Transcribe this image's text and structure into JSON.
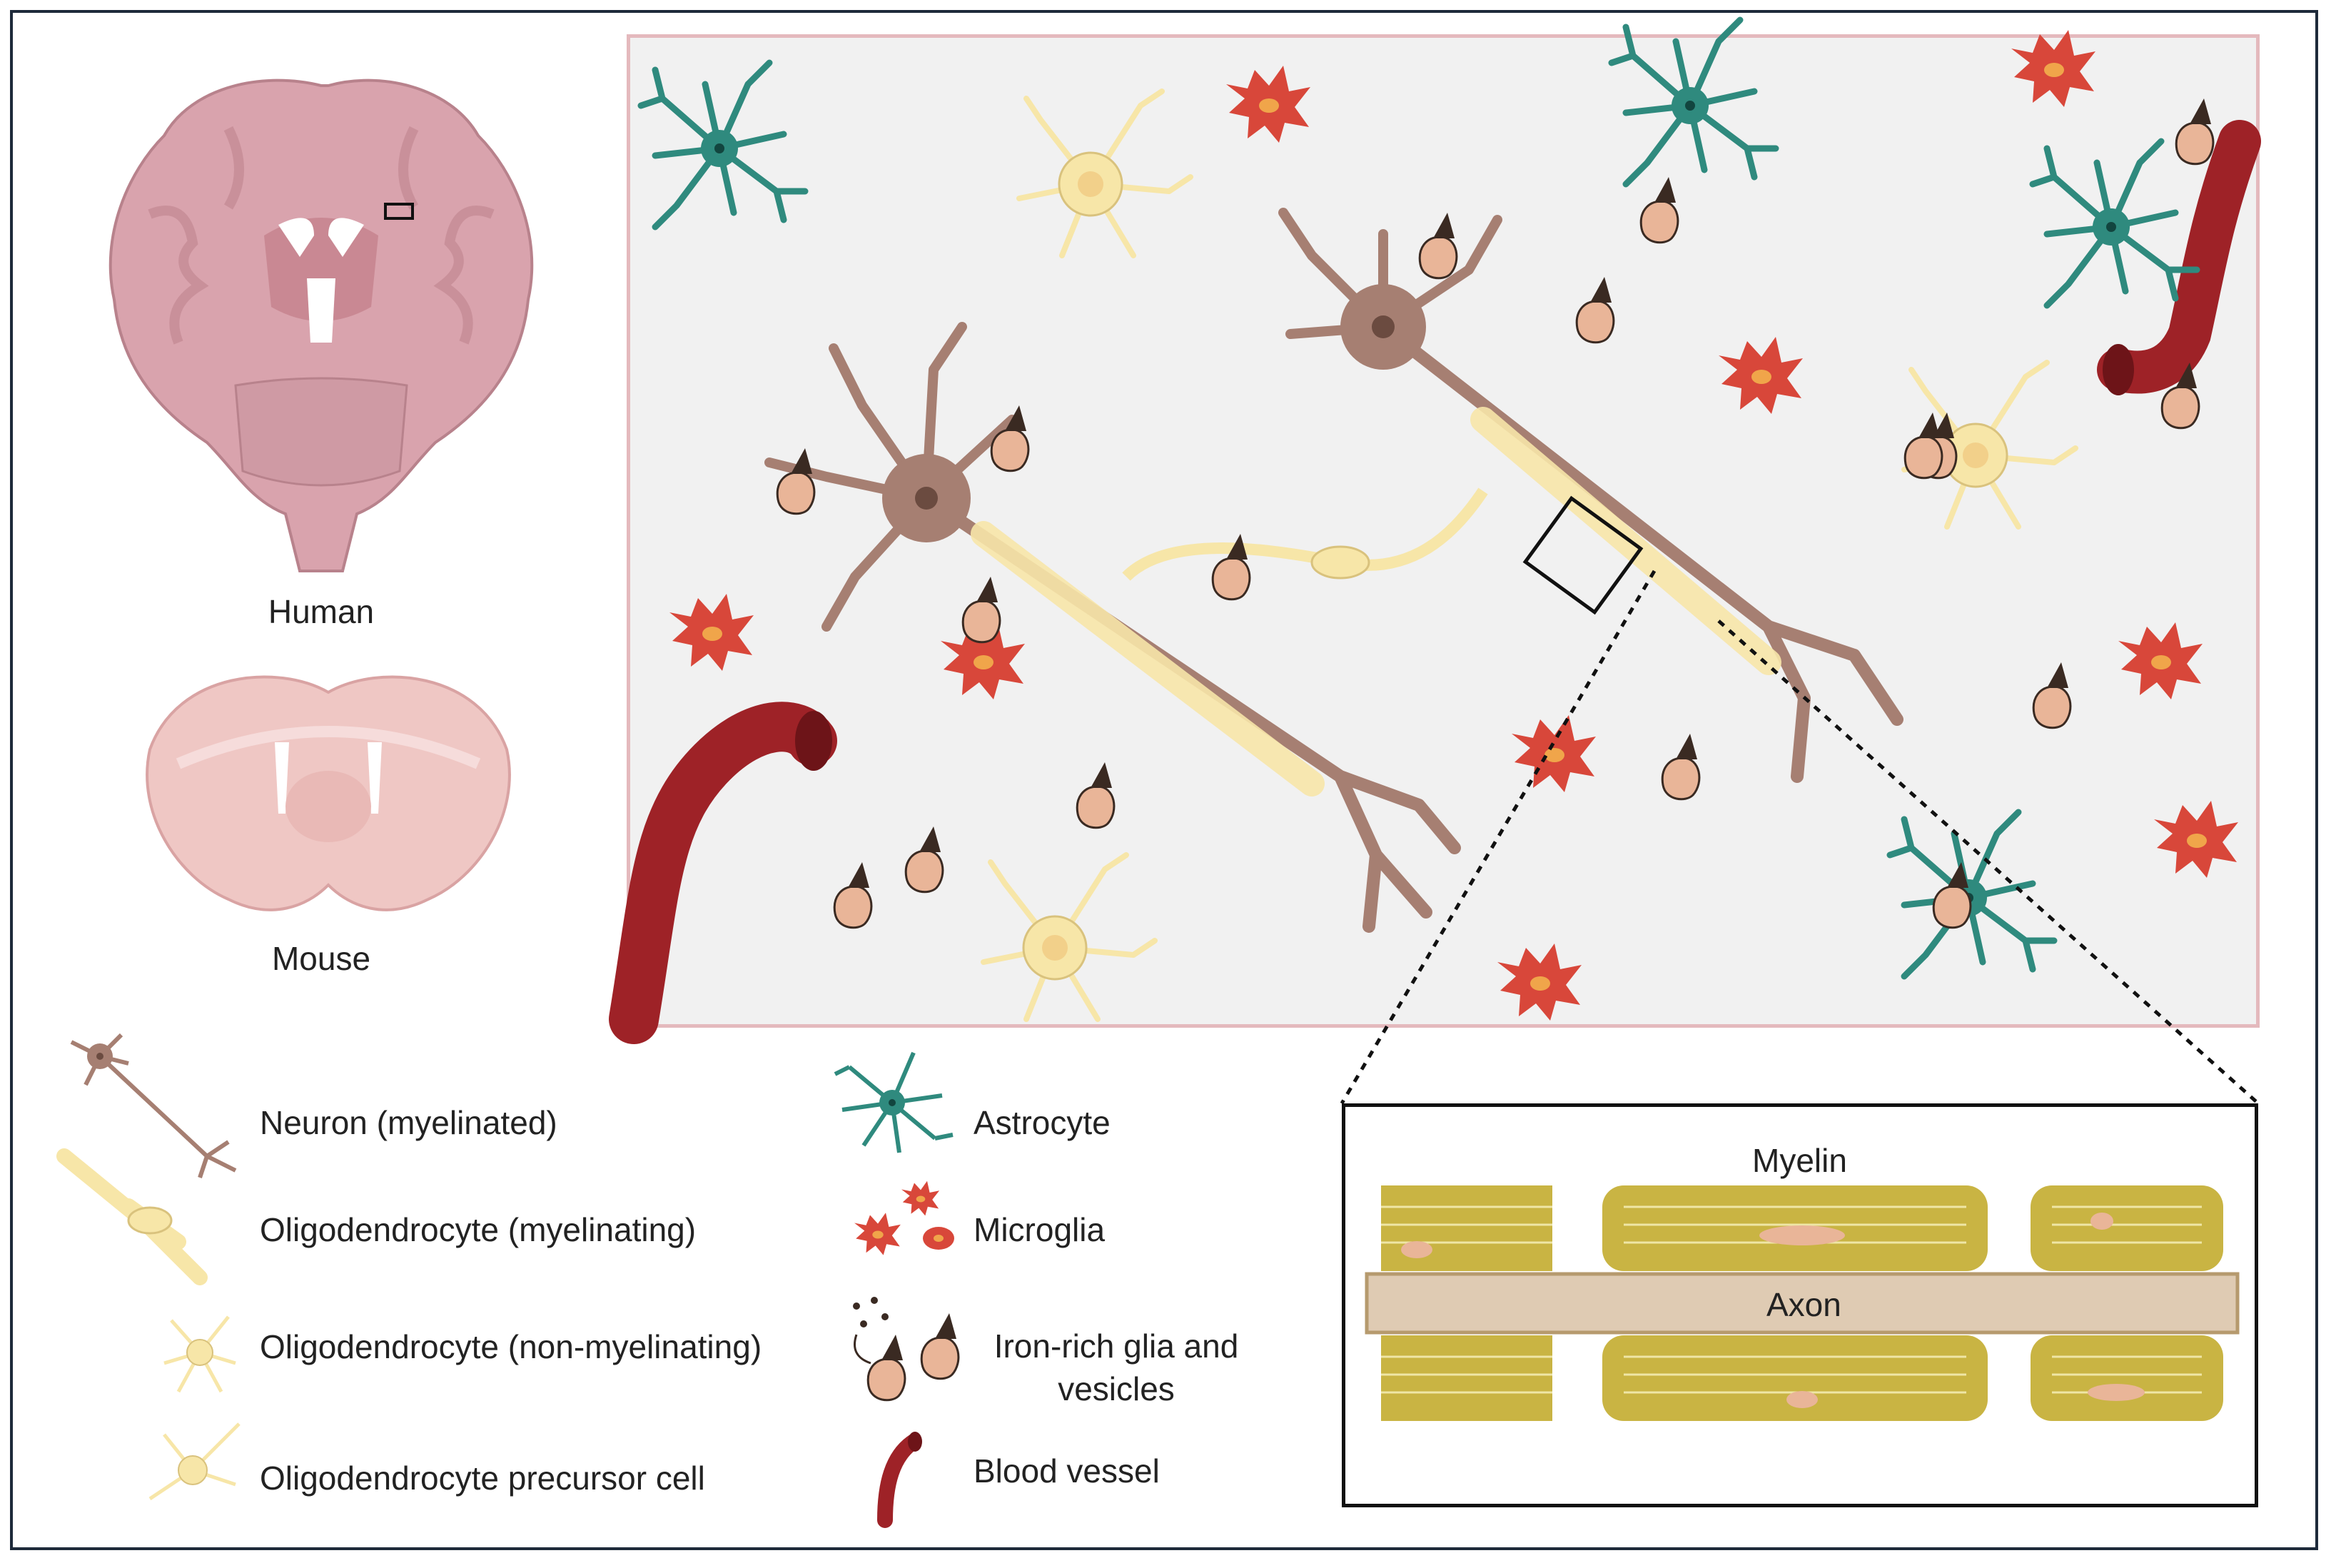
{
  "brains": {
    "human_label": "Human",
    "mouse_label": "Mouse"
  },
  "legend": {
    "left": [
      {
        "label": "Neuron (myelinated)",
        "icon": "neuron-icon"
      },
      {
        "label": "Oligodendrocyte (myelinating)",
        "icon": "myelinating-oligodendrocyte-icon"
      },
      {
        "label": "Oligodendrocyte (non-myelinating)",
        "icon": "non-myelinating-oligodendrocyte-icon"
      },
      {
        "label": "Oligodendrocyte precursor cell",
        "icon": "opc-icon"
      }
    ],
    "right": [
      {
        "label": "Astrocyte",
        "icon": "astrocyte-icon"
      },
      {
        "label": "Microglia",
        "icon": "microglia-icon"
      },
      {
        "label": "Iron-rich glia and vesicles",
        "line1": "Iron-rich glia and",
        "line2": "vesicles",
        "icon": "iron-rich-glia-icon"
      },
      {
        "label": "Blood vessel",
        "icon": "blood-vessel-icon"
      }
    ]
  },
  "inset": {
    "myelin_label": "Myelin",
    "axon_label": "Axon"
  },
  "colors": {
    "neuron": "#a67f72",
    "oligodendrocyte": "#f7e6a8",
    "astrocyte": "#2f8a7e",
    "microglia": "#d8473a",
    "iron_glia": "#e9b598",
    "vessel": "#9e2227",
    "myelin": "#c9b443",
    "axon": "#dfcbb3",
    "panel_border": "#e4b9bd"
  }
}
